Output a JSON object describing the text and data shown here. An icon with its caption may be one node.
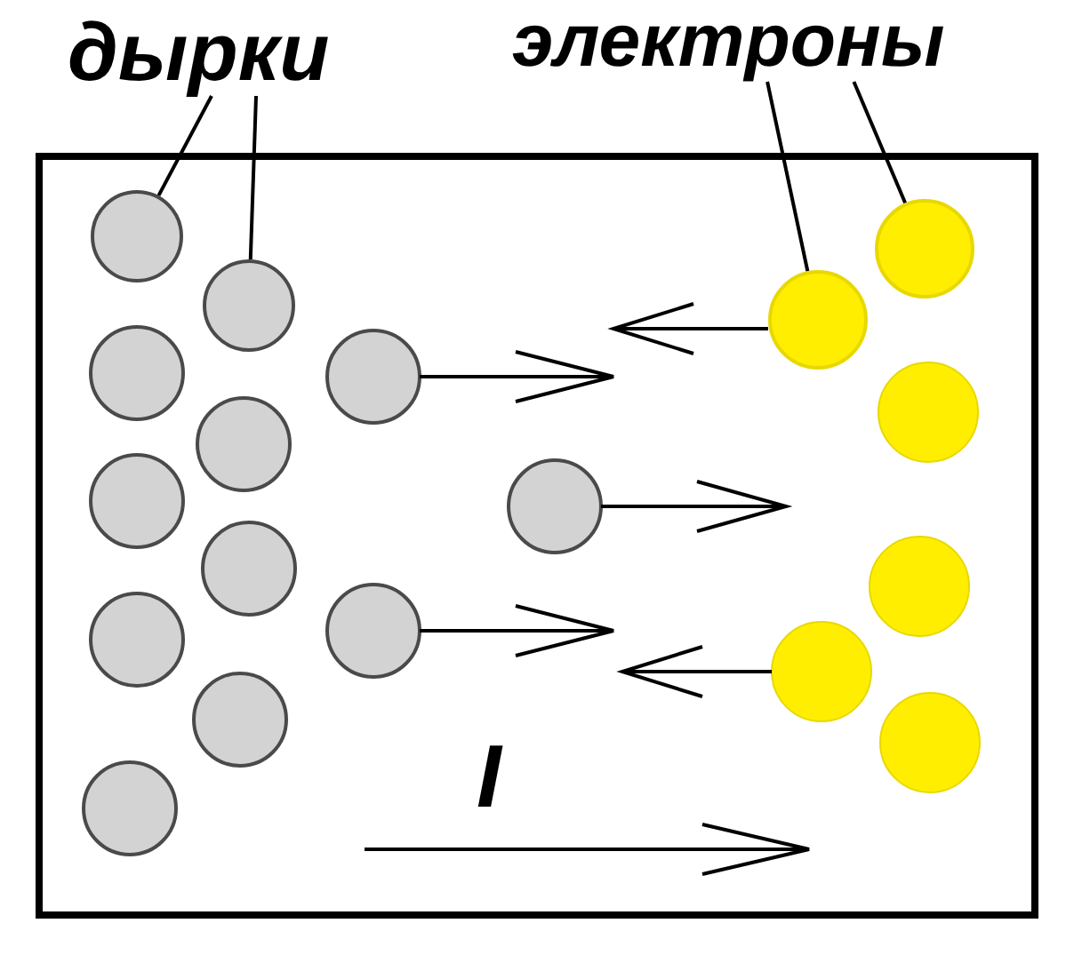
{
  "diagram": {
    "nodes": [
      {
        "text": [
          "дырки"
        ]
      },
      {
        "text": [
          "электроны"
        ]
      },
      {
        "text": [],
        "shape": "circle"
      },
      {
        "text": [],
        "shape": "circle"
      },
      {
        "text": [],
        "shape": "circle"
      },
      {
        "text": [],
        "shape": "circle"
      }
    ],
    "edges": [
      {
        "from": 0,
        "to": 2,
        "arrow": "none"
      },
      {
        "from": 0,
        "to": 3,
        "arrow": "none"
      },
      {
        "from": 1,
        "to": 4,
        "arrow": "none"
      },
      {
        "from": 1,
        "to": 5,
        "arrow": "none"
      }
    ],
    "labels": [
      "I"
    ]
  }
}
